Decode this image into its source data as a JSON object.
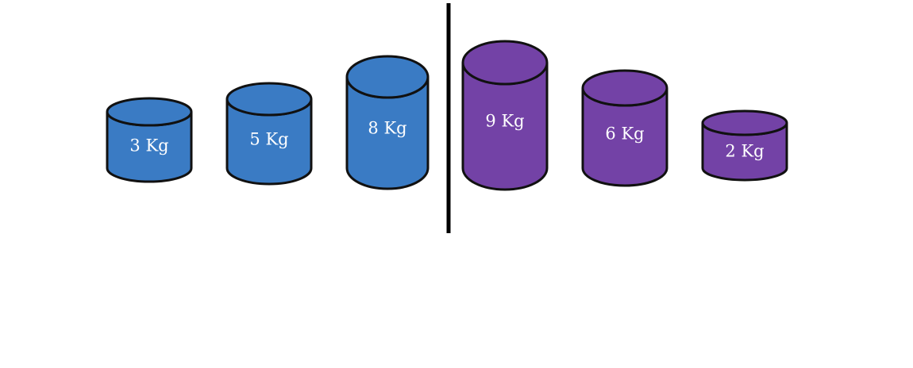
{
  "colors": {
    "left_group": "#3a7bc4",
    "right_group": "#7342a6",
    "outline": "#111111",
    "divider": "#000000",
    "label": "#ffffff"
  },
  "weights": [
    {
      "label": "3 Kg",
      "value": 3,
      "group": "left"
    },
    {
      "label": "5 Kg",
      "value": 5,
      "group": "left"
    },
    {
      "label": "8 Kg",
      "value": 8,
      "group": "left"
    },
    {
      "label": "9 Kg",
      "value": 9,
      "group": "right"
    },
    {
      "label": "6 Kg",
      "value": 6,
      "group": "right"
    },
    {
      "label": "2 Kg",
      "value": 2,
      "group": "right"
    }
  ]
}
